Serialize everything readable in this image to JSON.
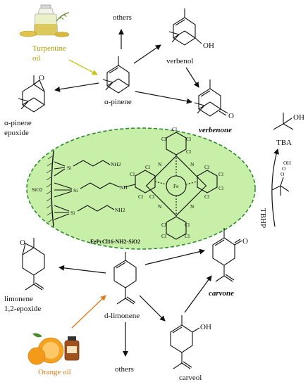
{
  "sources": {
    "turpentine": "Turpentine oil",
    "orange": "Orange oil"
  },
  "products_top": {
    "others": "others",
    "verbenol": "verbenol",
    "alpha_pinene": "α-pinene",
    "verbenone": "verbenone",
    "epoxide_line1": "α-pinene",
    "epoxide_line2": "epoxide",
    "oh_label": "OH",
    "o_label": "O"
  },
  "products_bottom": {
    "limonene_epoxide_line1": "limonene",
    "limonene_epoxide_line2": "1,2-epoxide",
    "d_limonene": "d-limonene",
    "carvone": "carvone",
    "carveol": "carveol",
    "others": "others",
    "oh_label": "OH",
    "o_label": "O"
  },
  "oxidant": {
    "tbhp": "TBHP",
    "tba": "TBA",
    "oh": "OH"
  },
  "catalyst": {
    "name": "FePcCl16-NH2-SiO2",
    "sio2": "SiO2",
    "si": "Si",
    "nh2": "NH2",
    "nh": "NH",
    "fe": "Fe",
    "cl": "Cl",
    "n": "N",
    "o": "O",
    "fill_color": "#c8efa8",
    "border_color": "#2e8b2e"
  },
  "colors": {
    "turpentine_arrow": "#c8c41a",
    "orange_arrow": "#e07b1a"
  }
}
